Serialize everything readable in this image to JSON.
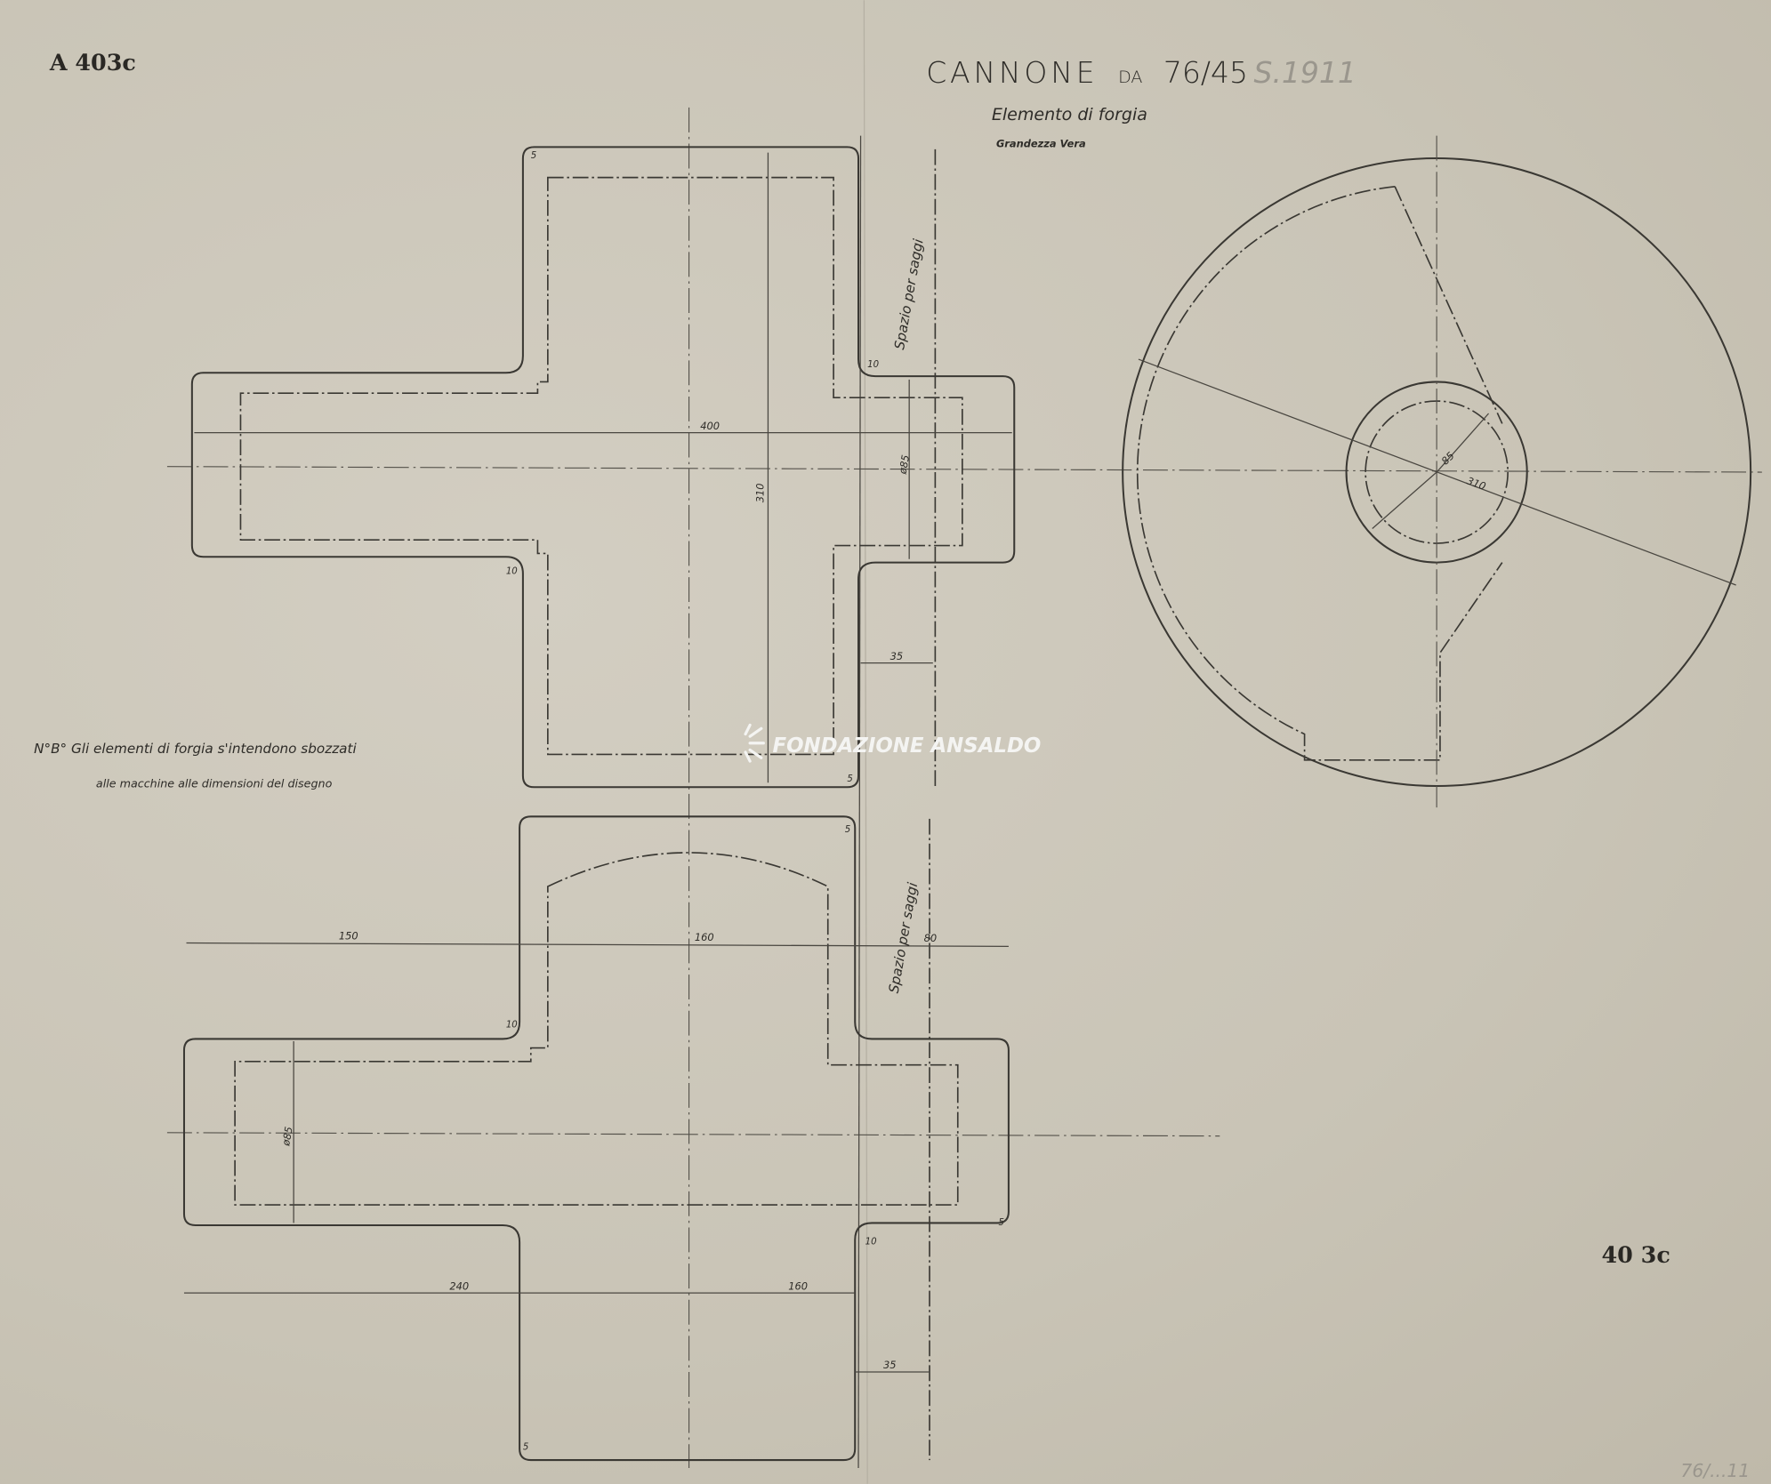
{
  "title": {
    "main": "CANNONE",
    "da": "DA",
    "caliber": "76/45",
    "pencil_note": "S.1911"
  },
  "subtitle": "Elemento di forgia",
  "scale_note": "Grandezza Vera",
  "sheet_codes": {
    "top_left": "A 403c",
    "bottom_right": "40 3c",
    "pencil_bottom": "76/...11"
  },
  "note": {
    "line1": "N°B° Gli elementi di forgia s'intendono sbozzati",
    "line2": "alle macchine alle dimensioni del disegno"
  },
  "watermark": "FONDAZIONE ANSALDO",
  "top_piece": {
    "dim_width": "400",
    "dim_height": "310",
    "dim_diameter": "ø85",
    "dim_margin": "35",
    "saggi_label": "Spazio per saggi",
    "radius_labels": [
      "5",
      "10",
      "10",
      "5"
    ]
  },
  "bottom_piece": {
    "dim_left": "150",
    "dim_mid": "160",
    "dim_right": "80",
    "dim_diameter": "ø85",
    "dim_bottom_left": "240",
    "dim_bottom_right": "160",
    "dim_margin": "35",
    "saggi_label": "Spazio per saggi",
    "radius_labels": [
      "5",
      "10",
      "10",
      "5",
      "5"
    ]
  },
  "circle_view": {
    "dim_inner": "85",
    "dim_outer": "310"
  }
}
